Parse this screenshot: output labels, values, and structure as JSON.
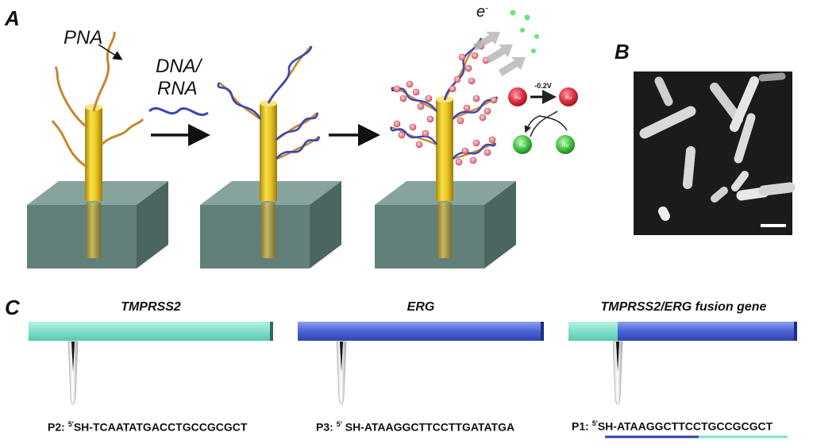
{
  "panels": {
    "a": "A",
    "b": "B",
    "c": "C"
  },
  "panel_a": {
    "probe_label": "PNA",
    "target_label_line1": "DNA/",
    "target_label_line2": "RNA",
    "electron_label": "e",
    "electron_sup": "-",
    "potential_label": "-0.2V",
    "redox_ion": "Ru"
  },
  "panel_c": {
    "genes": [
      {
        "title": "TMPRSS2",
        "probe": "P2:",
        "prime": "5'",
        "sequence": "SH-TCAATATGACCTGCCGCGCT"
      },
      {
        "title": "ERG",
        "probe": "P3:",
        "prime": "5'",
        "sequence": " SH-ATAAGGCTTCCTTGATATGA"
      },
      {
        "title": "TMPRSS2/ERG fusion gene",
        "probe": "P1:",
        "prime": "5'",
        "sequence": "SH-ATAAGGCTTCCTGCCGCGCT"
      }
    ]
  },
  "colors": {
    "tmprss2": "#7fe0c8",
    "erg": "#4a63d6",
    "gold": "#d8b81a",
    "pna": "#c8862e",
    "dna": "#3a46b8",
    "block_top": "#7e9a94",
    "block_front": "#5f7c77",
    "block_side": "#4b6560",
    "ru_red": "#d92c3c",
    "ru_green": "#3fbf3f"
  }
}
